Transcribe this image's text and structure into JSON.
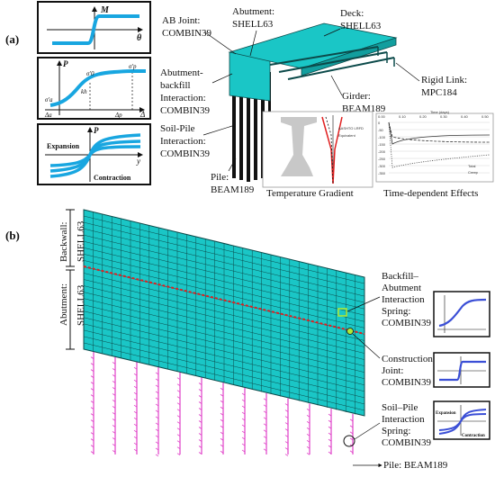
{
  "panel_a": {
    "tag": "(a)",
    "graph1": {
      "y_axis": "M",
      "x_axis": "θ"
    },
    "graph2": {
      "y_axis": "P",
      "x_axis": "Δ",
      "sigma_p": "σ′p",
      "sigma_0": "σ′0",
      "sigma_a": "σ′a",
      "k_h": "kh",
      "delta_a": "Δa",
      "delta_p": "Δp"
    },
    "graph3": {
      "y_axis": "P",
      "x_axis": "y",
      "expansion": "Expansion",
      "contraction": "Contraction"
    },
    "labels": {
      "ab_joint": [
        "AB Joint:",
        "COMBIN39"
      ],
      "abutment": [
        "Abutment:",
        "SHELL63"
      ],
      "deck": [
        "Deck:",
        "SHELL63"
      ],
      "abutment_backfill": [
        "Abutment-",
        "backfill",
        "Interaction:",
        "COMBIN39"
      ],
      "girder": [
        "Girder:",
        "BEAM189"
      ],
      "rigid_link": [
        "Rigid Link:",
        "MPC184"
      ],
      "soil_pile": [
        "Soil-Pile",
        "Interaction:",
        "COMBIN39"
      ],
      "pile": [
        "Pile:",
        "BEAM189"
      ]
    },
    "temperature_caption": "Temperature Gradient",
    "time_caption": "Time-dependent Effects",
    "temp_legend": [
      "AASHTO LRFD",
      "Equivalent"
    ],
    "time_axis_top": "Time (days)",
    "time_ticks_x": [
      "0.00",
      "0.10",
      "0.20",
      "0.30",
      "0.40",
      "0.50"
    ],
    "time_ticks_y": [
      "0",
      "-50",
      "-100",
      "-150",
      "-200",
      "-250",
      "-300",
      "-350"
    ],
    "time_legend": [
      "Total",
      "Creep"
    ]
  },
  "panel_b": {
    "tag": "(b)",
    "backwall": [
      "Backwall:",
      "SHELL63"
    ],
    "abutment": [
      "Abutment:",
      "SHELL63"
    ],
    "backfill": [
      "Backfill–",
      "Abutment",
      "Interaction",
      "Spring:",
      "COMBIN39"
    ],
    "construction": [
      "Construction",
      "Joint:",
      "COMBIN39"
    ],
    "soil_pile": [
      "Soil–Pile",
      "Interaction",
      "Spring:",
      "COMBIN39"
    ],
    "pile": "Pile: BEAM189",
    "inset3": {
      "expansion": "Expansion",
      "contraction": "Contraction"
    }
  },
  "colors": {
    "mesh_fill": "#1ac6c6",
    "mesh_line": "#0c4a4a",
    "curve": "#18a6e0",
    "pile_pink": "#e040c8",
    "joint_red": "#e02020",
    "highlight_green": "#aee838"
  }
}
